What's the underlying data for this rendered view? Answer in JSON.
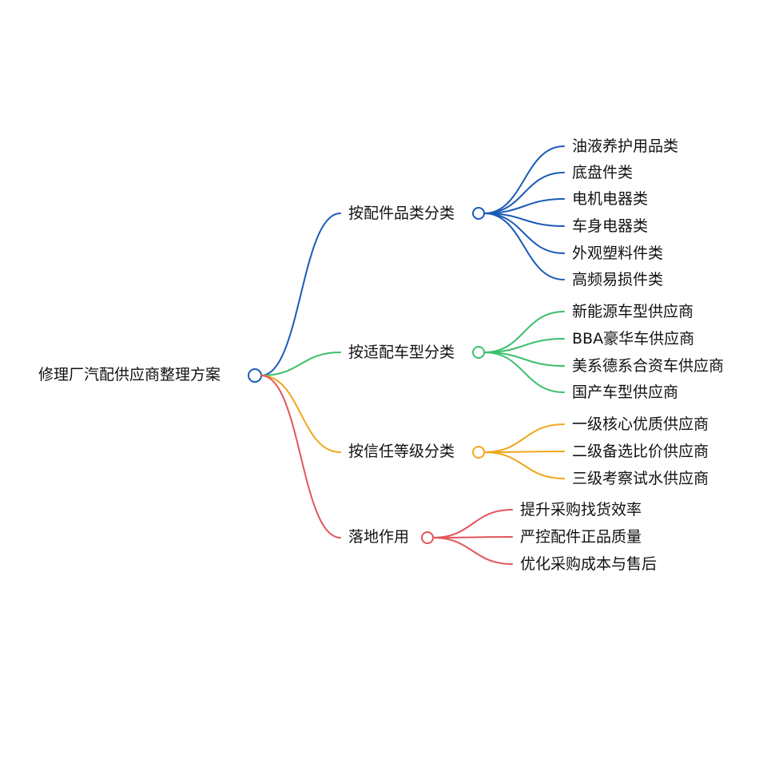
{
  "root": {
    "label": "修理厂汽配供应商整理方案",
    "color": "#1a5bb8"
  },
  "branches": [
    {
      "label": "按配件品类分类",
      "color": "#1a5bb8",
      "children": [
        "油液养护用品类",
        "底盘件类",
        "电机电器类",
        "车身电器类",
        "外观塑料件类",
        "高频易损件类"
      ]
    },
    {
      "label": "按适配车型分类",
      "color": "#3cbf6c",
      "children": [
        "新能源车型供应商",
        "BBA豪华车供应商",
        "美系德系合资车供应商",
        "国产车型供应商"
      ]
    },
    {
      "label": "按信任等级分类",
      "color": "#f0a71b",
      "children": [
        "一级核心优质供应商",
        "二级备选比价供应商",
        "三级考察试水供应商"
      ]
    },
    {
      "label": "落地作用",
      "color": "#e2565a",
      "children": [
        "提升采购找货效率",
        "严控配件正品质量",
        "优化采购成本与售后"
      ]
    }
  ]
}
